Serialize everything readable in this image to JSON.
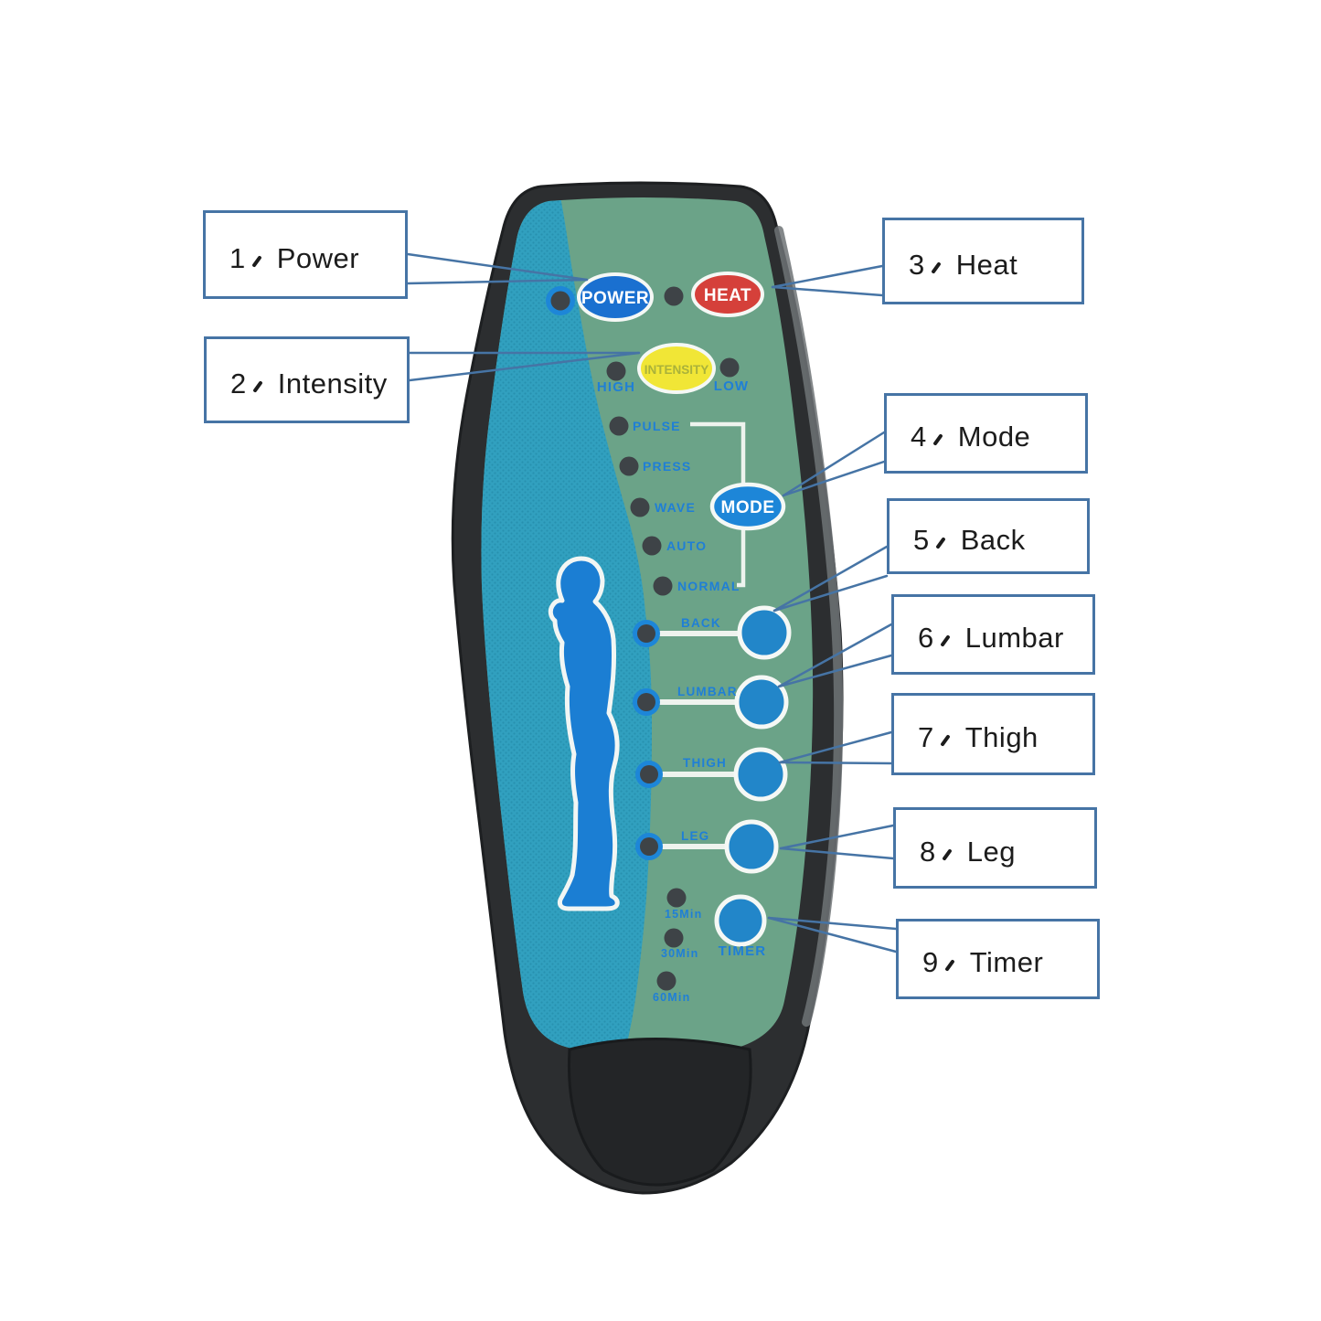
{
  "remote": {
    "top_buttons": {
      "power": "POWER",
      "heat": "HEAT",
      "intensity": "INTENSITY"
    },
    "intensity_levels": {
      "high": "HIGH",
      "low": "LOW"
    },
    "modes": [
      "PULSE",
      "PRESS",
      "WAVE",
      "AUTO",
      "NORMAL"
    ],
    "mode_button": "MODE",
    "zones": [
      "BACK",
      "LUMBAR",
      "THIGH",
      "LEG"
    ],
    "timer": {
      "button": "TIMER",
      "options": [
        "15Min",
        "30Min",
        "60Min"
      ]
    },
    "colors": {
      "body_dark": "#2c2e30",
      "face_green": "#6ba388",
      "panel_teal": "#2e9dbd",
      "silhouette_blue": "#1b7ed3",
      "power_blue": "#1a70d0",
      "heat_red": "#d5403a",
      "intensity_yellow": "#f1e636",
      "mode_blue": "#1d86d8",
      "round_button_blue": "#2286c9",
      "label_blue": "#1f7fd6",
      "callout_border": "#4674a5"
    }
  },
  "callouts": [
    {
      "num": "1",
      "sep": "、",
      "label": "Power"
    },
    {
      "num": "2",
      "sep": "、",
      "label": "Intensity"
    },
    {
      "num": "3",
      "sep": "、",
      "label": "Heat"
    },
    {
      "num": "4",
      "sep": "、",
      "label": "Mode"
    },
    {
      "num": "5",
      "sep": "、",
      "label": "Back"
    },
    {
      "num": "6",
      "sep": "、",
      "label": "Lumbar"
    },
    {
      "num": "7",
      "sep": "、",
      "label": "Thigh"
    },
    {
      "num": "8",
      "sep": "、",
      "label": "Leg"
    },
    {
      "num": "9",
      "sep": "、",
      "label": "Timer"
    }
  ]
}
